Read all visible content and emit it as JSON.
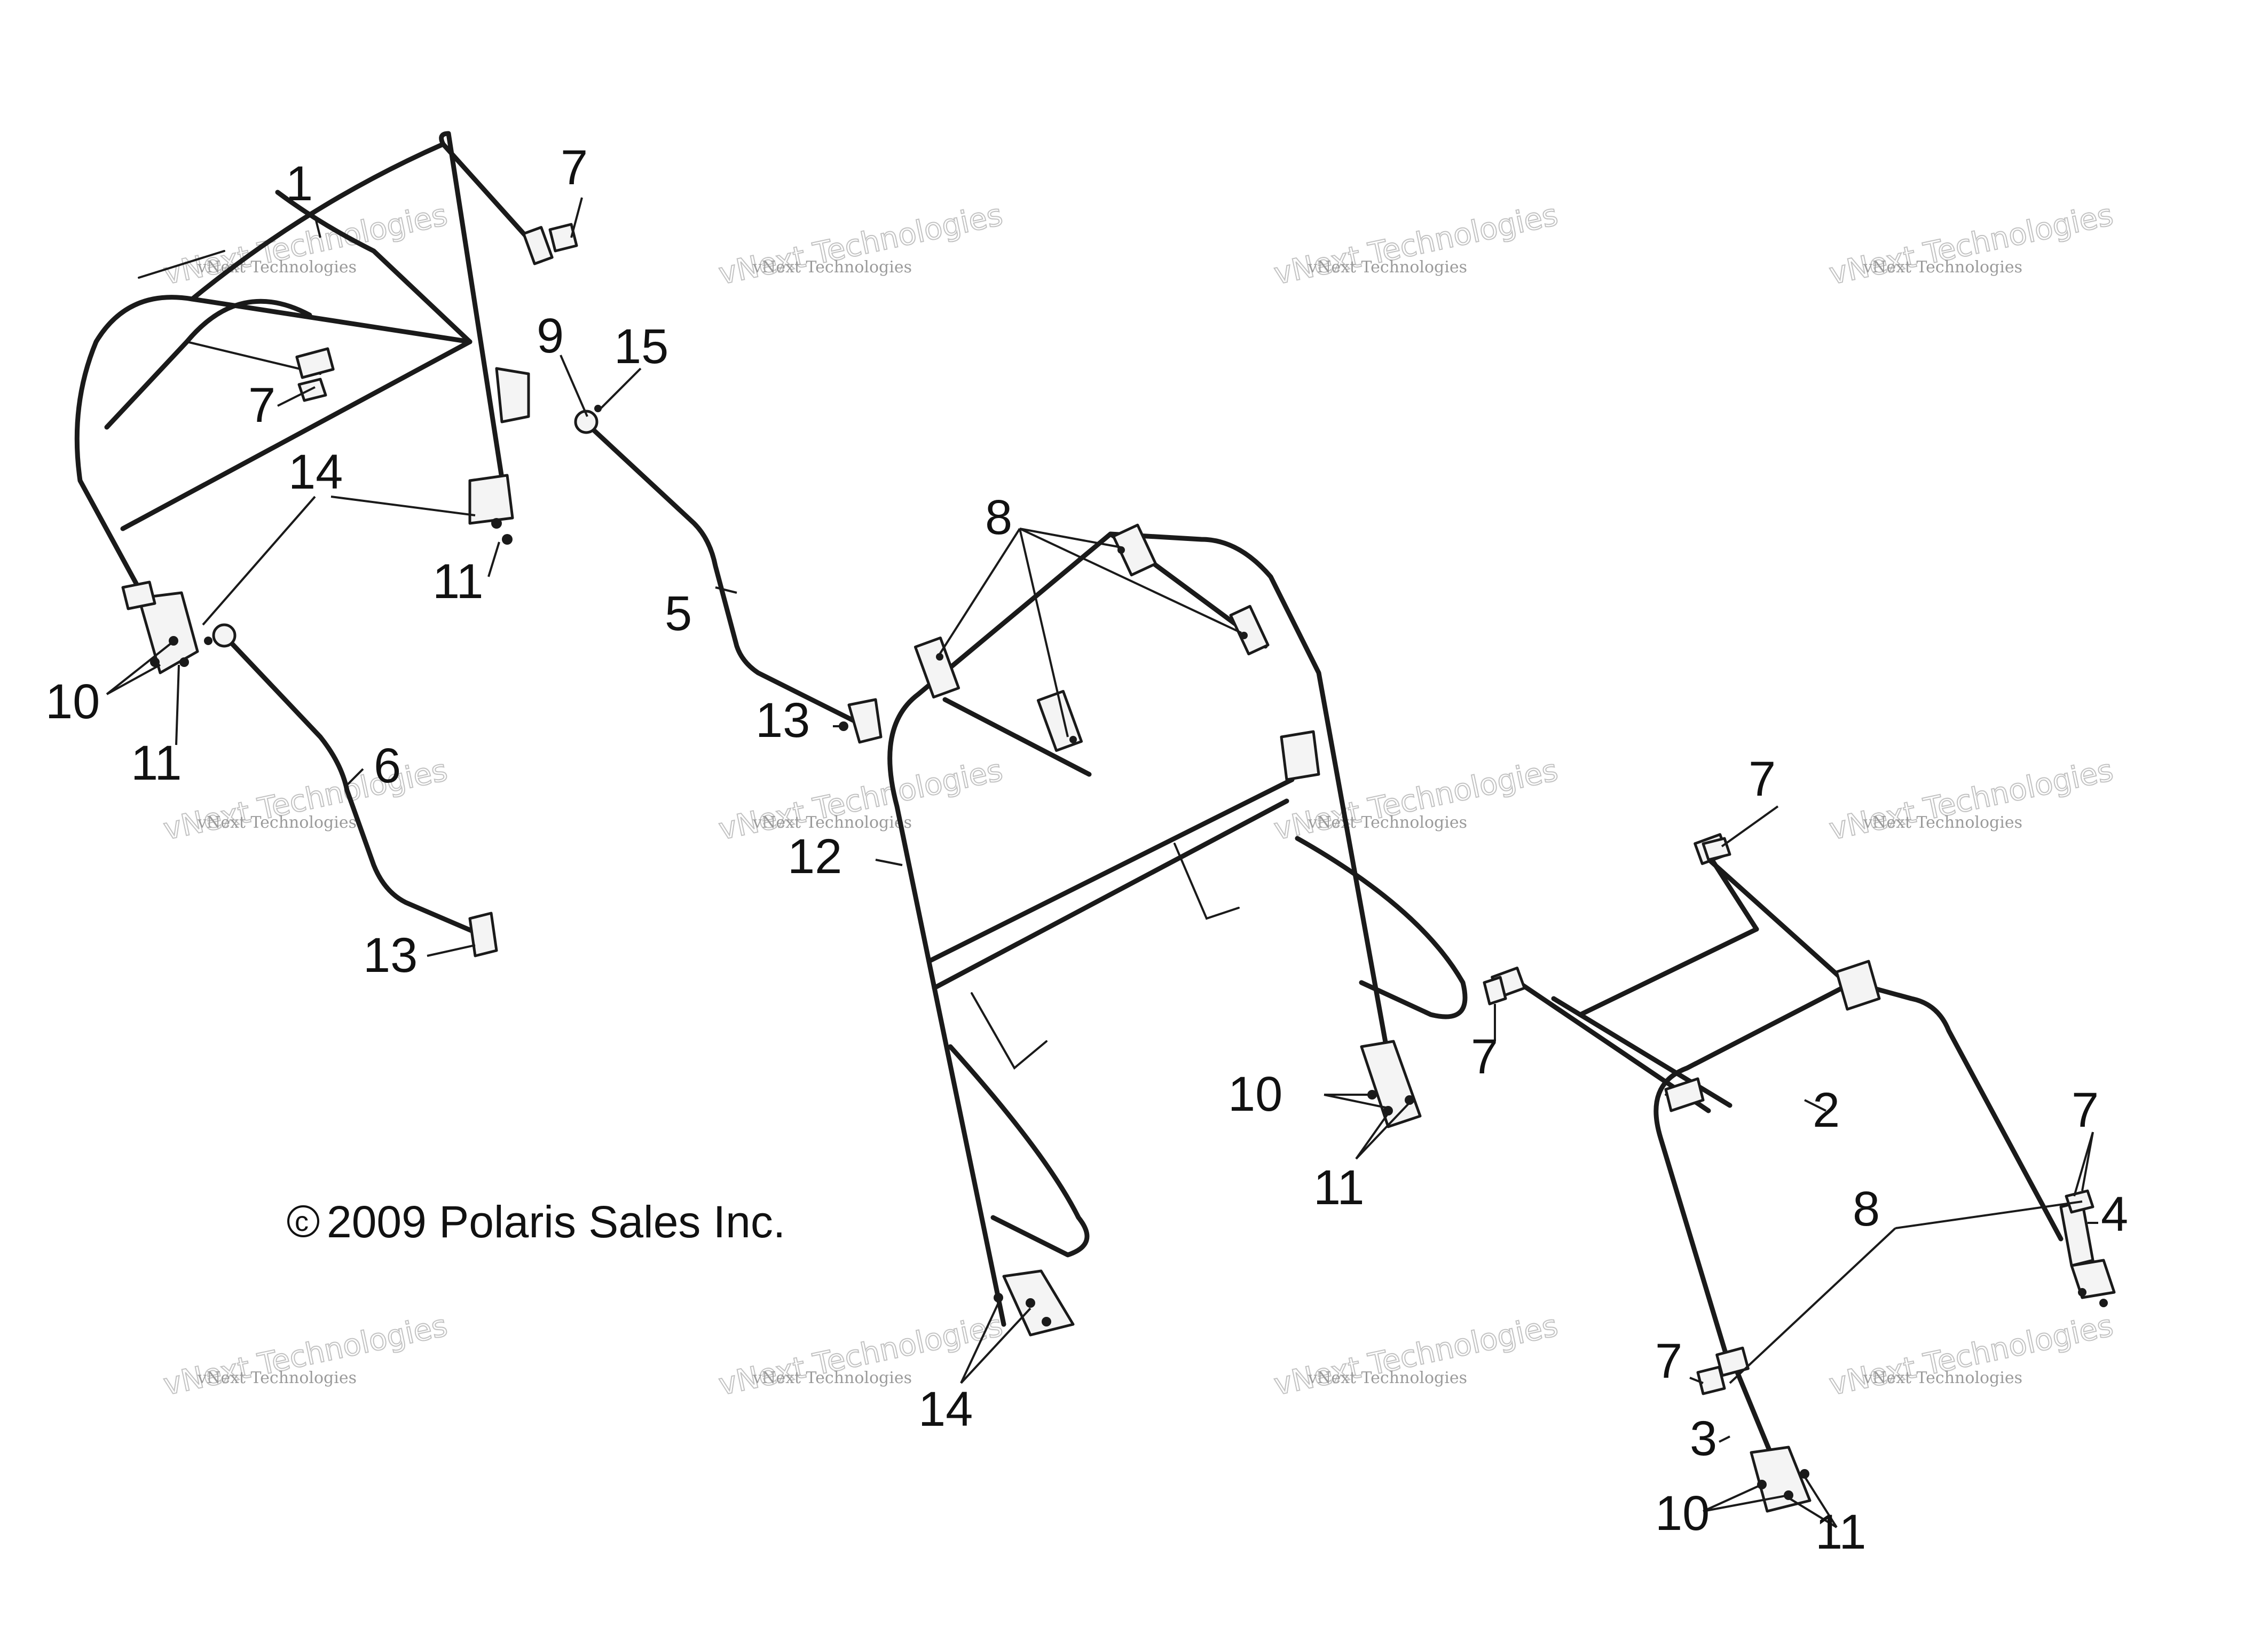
{
  "callouts": {
    "c1": "1",
    "c2": "2",
    "c3": "3",
    "c4": "4",
    "c5": "5",
    "c6": "6",
    "c7": "7",
    "c8": "8",
    "c9": "9",
    "c10": "10",
    "c11": "11",
    "c12": "12",
    "c13": "13",
    "c14": "14",
    "c15": "15"
  },
  "copyright": {
    "symbol": "c",
    "text": "2009 Polaris Sales Inc."
  },
  "watermark": {
    "line1": "vNext Technologies",
    "line2": "vNext Technologies"
  },
  "colors": {
    "line": "#1a1a1a",
    "background": "#ffffff",
    "watermark": "#9a9a9a"
  }
}
